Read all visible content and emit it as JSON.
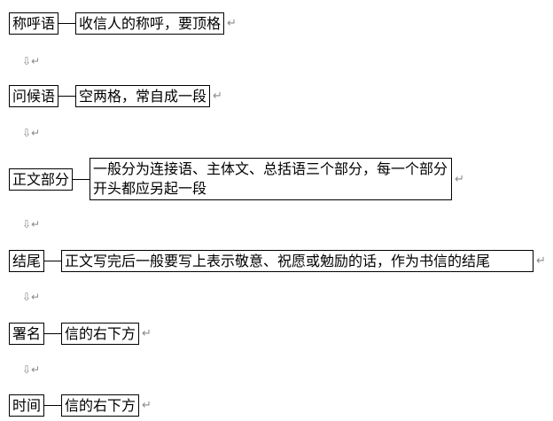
{
  "items": [
    {
      "label": "称呼语",
      "desc": "收信人的称呼，要顶格"
    },
    {
      "label": "问候语",
      "desc": "空两格，常自成一段"
    },
    {
      "label": "正文部分",
      "desc": "一般分为连接语、主体文、总括语三个部分，每一个部分开头都应另起一段"
    },
    {
      "label": "结尾",
      "desc": "正文写完后一般要写上表示敬意、祝愿或勉励的话，作为书信的结尾"
    },
    {
      "label": "署名",
      "desc": "信的右下方"
    },
    {
      "label": "时间",
      "desc": "信的右下方"
    }
  ],
  "paragraph_mark": "↵",
  "empty_line_mark": "⇩↵"
}
